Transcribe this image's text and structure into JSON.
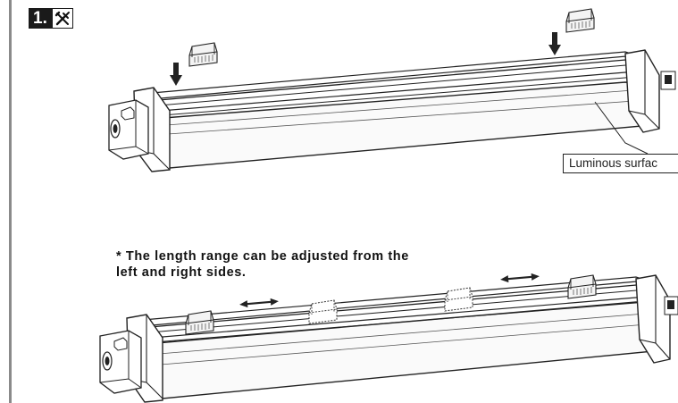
{
  "step": {
    "number": "1.",
    "icon": "tools-icon"
  },
  "callout_label": "Luminous surfac",
  "note": "* The length range can be adjusted from the\nleft and right sides.",
  "icons": [
    "tools-icon",
    "down-arrow-icon",
    "double-arrow-icon",
    "mounting-clip-icon"
  ]
}
